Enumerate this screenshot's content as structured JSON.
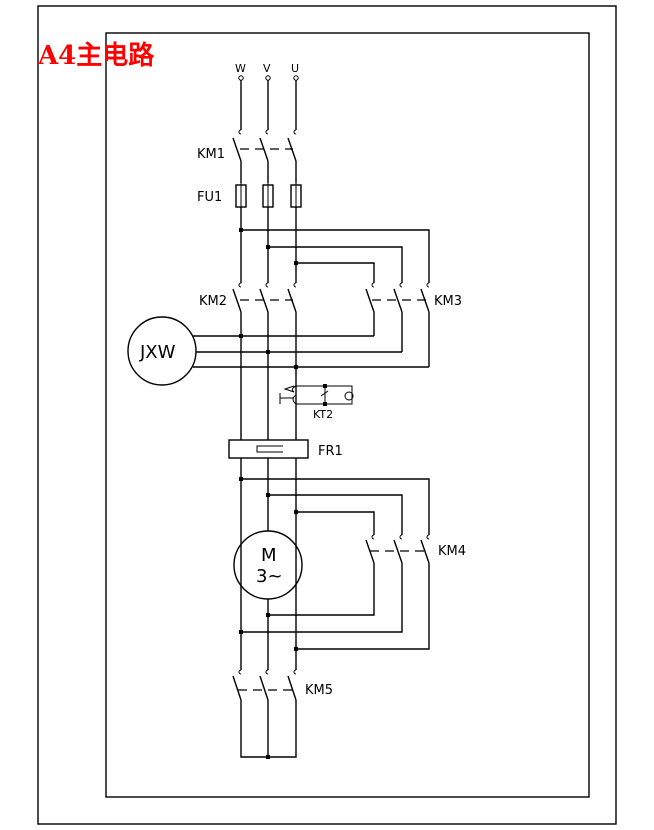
{
  "title": {
    "text": "A4主电路",
    "color": "#ff0000"
  },
  "phases": [
    "W",
    "V",
    "U"
  ],
  "components": {
    "km1": "KM1",
    "fu1": "FU1",
    "km2": "KM2",
    "km3": "KM3",
    "jxw": "JXW",
    "kt2": "KT2",
    "fr1": "FR1",
    "motor_line1": "M",
    "motor_line2": "3~",
    "km4": "KM4",
    "km5": "KM5"
  }
}
